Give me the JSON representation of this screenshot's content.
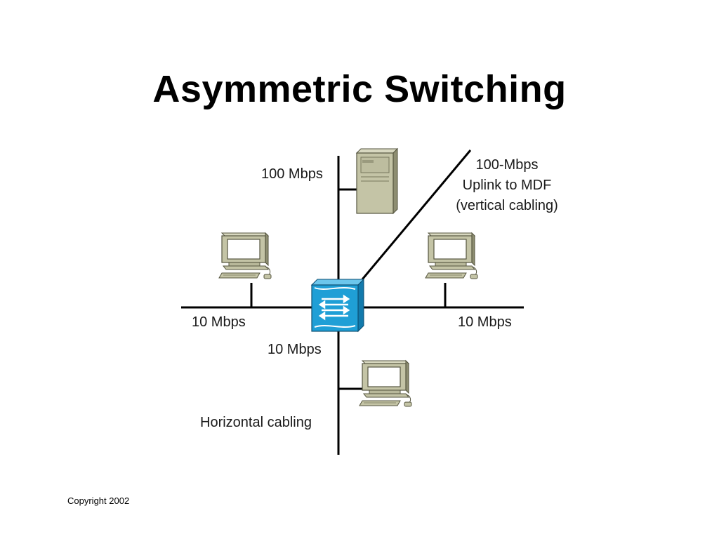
{
  "slide": {
    "title": "Asymmetric Switching",
    "copyright": "Copyright 2002"
  },
  "diagram": {
    "labels": {
      "server_speed": "100 Mbps",
      "uplink_line1": "100-Mbps",
      "uplink_line2": "Uplink to MDF",
      "uplink_line3": "(vertical cabling)",
      "left_speed": "10 Mbps",
      "right_speed": "10 Mbps",
      "bottom_speed": "10 Mbps",
      "horizontal": "Horizontal cabling"
    },
    "icons": {
      "switch": "switch-icon",
      "server": "server-icon",
      "workstation": "workstation-icon"
    },
    "colors": {
      "switch": "#1f9fd6",
      "device": "#c4c4a6",
      "line": "#000000"
    }
  }
}
